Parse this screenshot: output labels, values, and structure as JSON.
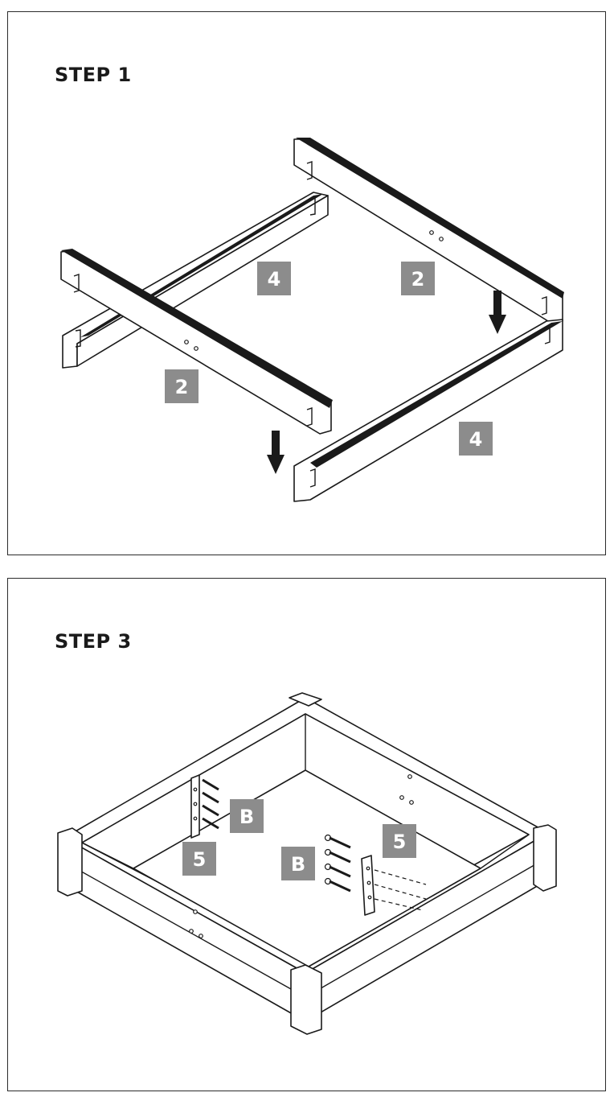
{
  "panels": [
    {
      "title": "STEP 1",
      "labels": [
        "4",
        "2",
        "2",
        "4"
      ]
    },
    {
      "title": "STEP 3",
      "labels": [
        "B",
        "5",
        "B",
        "5"
      ]
    }
  ],
  "colors": {
    "label_bg": "#8c8c8c",
    "line": "#1a1a1a",
    "border": "#2b2b2b"
  }
}
